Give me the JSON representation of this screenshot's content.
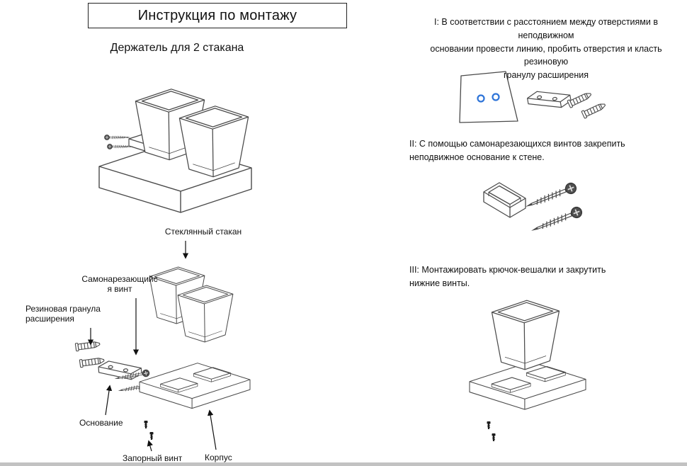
{
  "page": {
    "title_box": "Инструкция по монтажу",
    "subtitle": "Держатель для 2 стакана"
  },
  "labels": {
    "glass_cup": "Стеклянный стакан",
    "tapping_screw": "Самонарезающийс\nя винт",
    "rubber_plug": "Резиновая гранула\nрасширения",
    "base": "Основание",
    "lock_screw": "Запорный винт",
    "body": "Корпус"
  },
  "steps": [
    {
      "id": "I",
      "text": "I: В соответствии с расстоянием между отверстиями в неподвижном\nосновании провести линию, пробить отверстия и класть резиновую\nгранулу расширения"
    },
    {
      "id": "II",
      "text": "II: С помощью самонарезающихся винтов закрепить\nнеподвижное основание к стене."
    },
    {
      "id": "III",
      "text": "III: Монтажировать крючок-вешалки и закрутить\nнижние винты."
    }
  ],
  "colors": {
    "hole_marker_blue": "#2e74d8",
    "line_gray": "#4a4a4a"
  }
}
